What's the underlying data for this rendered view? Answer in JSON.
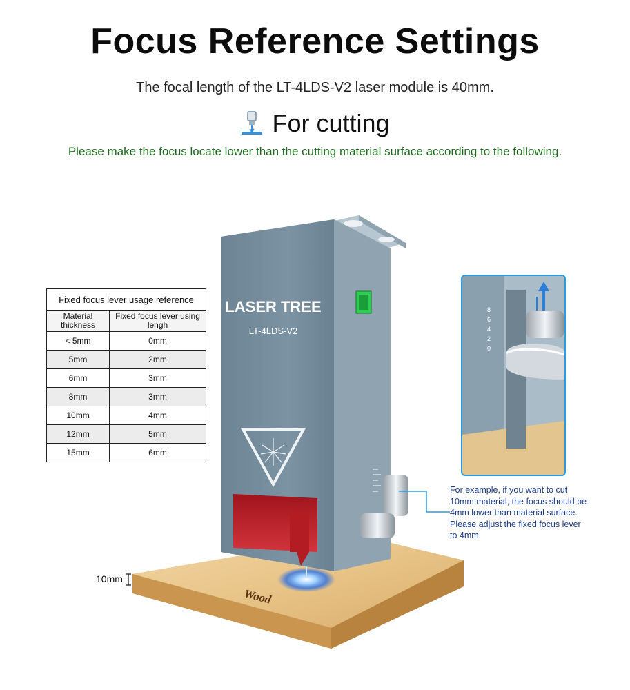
{
  "header": {
    "title": "Focus Reference Settings",
    "subtitle": "The focal length of the LT-4LDS-V2 laser module is 40mm.",
    "section_title": "For cutting",
    "section_icon": "laser-head-icon",
    "instruction": "Please make the focus locate lower than the cutting material surface according to the following."
  },
  "table": {
    "caption": "Fixed focus lever usage reference",
    "col1_header": "Material thickness",
    "col2_header": "Fixed focus lever using lengh",
    "rows": [
      {
        "thickness": "< 5mm",
        "lever": "0mm"
      },
      {
        "thickness": "5mm",
        "lever": "2mm"
      },
      {
        "thickness": "6mm",
        "lever": "3mm"
      },
      {
        "thickness": "8mm",
        "lever": "3mm"
      },
      {
        "thickness": "10mm",
        "lever": "4mm"
      },
      {
        "thickness": "12mm",
        "lever": "5mm"
      },
      {
        "thickness": "15mm",
        "lever": "6mm"
      }
    ]
  },
  "product": {
    "brand": "LASER TREE",
    "model": "LT-4LDS-V2",
    "material_label": "Wood",
    "thickness_label": "10mm",
    "scale_marks": [
      "8",
      "6",
      "4",
      "2",
      "0"
    ]
  },
  "example_note": "For example, if you want to cut 10mm material, the focus should be 4mm lower than material surface. Please adjust the fixed focus lever to 4mm.",
  "colors": {
    "title": "#0c0c0c",
    "instruction": "#1f6a1f",
    "note": "#1a3e8a",
    "callout_blue": "#2b9be0",
    "module_body": "#6f8799"
  }
}
